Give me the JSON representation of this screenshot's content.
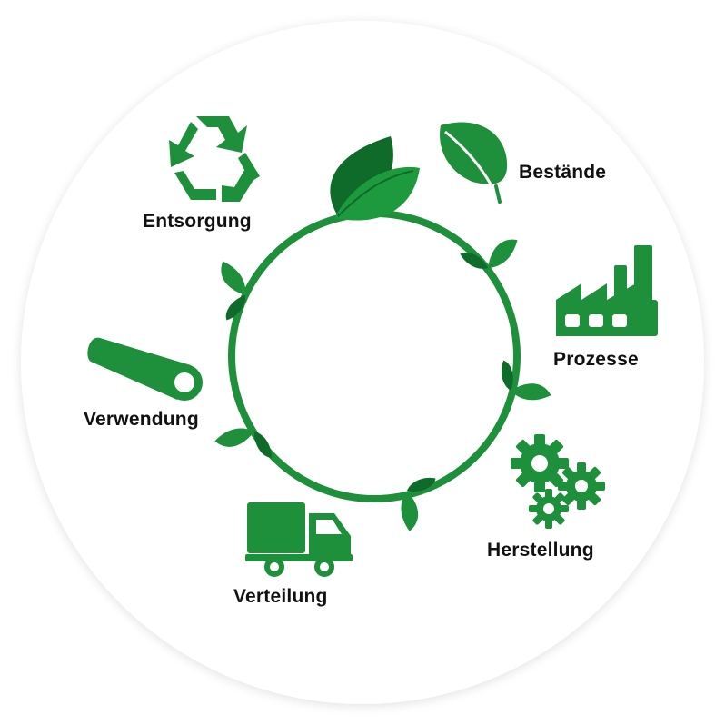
{
  "colors": {
    "green": "#1e8f3a",
    "green_dark": "#0e6b2a",
    "green_light": "#22a046",
    "background_circle": "#ffffff",
    "text": "#111111"
  },
  "stages": [
    {
      "key": "bestaende",
      "label": "Bestände",
      "icon": "leaf-icon"
    },
    {
      "key": "prozesse",
      "label": "Prozesse",
      "icon": "factory-icon"
    },
    {
      "key": "herstellung",
      "label": "Herstellung",
      "icon": "gears-icon"
    },
    {
      "key": "verteilung",
      "label": "Verteilung",
      "icon": "truck-icon"
    },
    {
      "key": "verwendung",
      "label": "Verwendung",
      "icon": "pipe-icon"
    },
    {
      "key": "entsorgung",
      "label": "Entsorgung",
      "icon": "recycle-icon"
    }
  ]
}
